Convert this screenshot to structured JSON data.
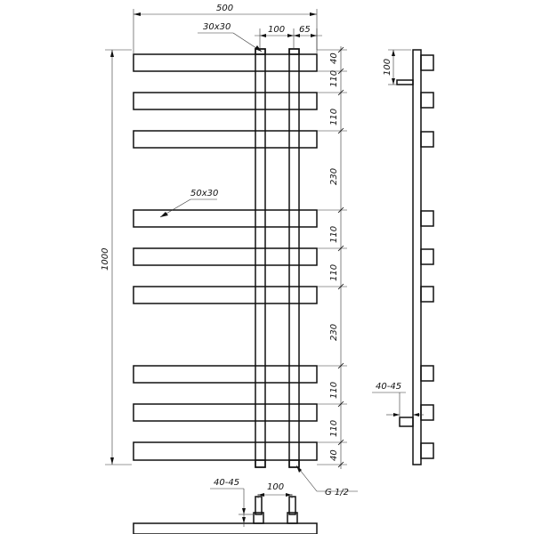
{
  "dimensions": {
    "overall_width": "500",
    "tube_section": "30x30",
    "pipe_spacing_top": "100",
    "side_offset": "65",
    "overall_height": "1000",
    "bar_section": "50x30",
    "connection_thread": "G 1/2",
    "vertical_segments": [
      "40",
      "110",
      "110",
      "230",
      "110",
      "110",
      "230",
      "110",
      "110",
      "40"
    ],
    "side_top_offset": "100",
    "side_wall_gap": "40-45",
    "bottom_wall_gap": "40-45",
    "bottom_pipe_spacing": "100"
  }
}
